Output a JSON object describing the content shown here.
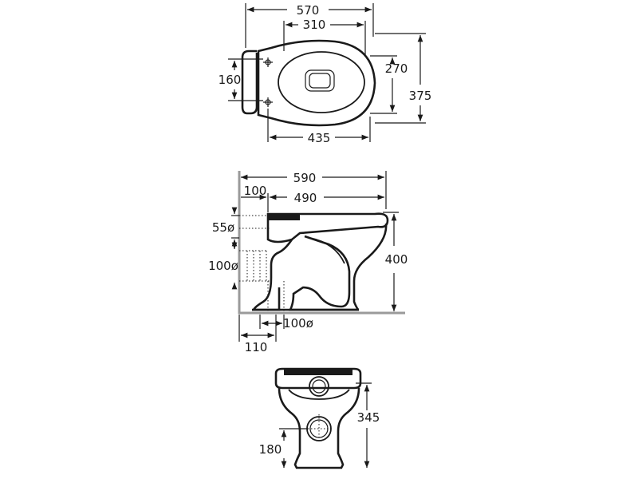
{
  "top_view": {
    "overall_length": "570",
    "seat_hole_length": "310",
    "hinge_spacing": "160",
    "bowl_width": "270",
    "overall_width": "375",
    "bowl_length": "435"
  },
  "side_view": {
    "overall_length": "590",
    "wall_offset": "100",
    "bowl_projection": "490",
    "inlet_diameter": "55ø",
    "outlet_diameter_horizontal": "100ø",
    "height": "400",
    "outlet_diameter_floor": "100ø",
    "floor_outlet_offset": "110"
  },
  "front_view": {
    "height": "345",
    "outlet_height": "180"
  }
}
